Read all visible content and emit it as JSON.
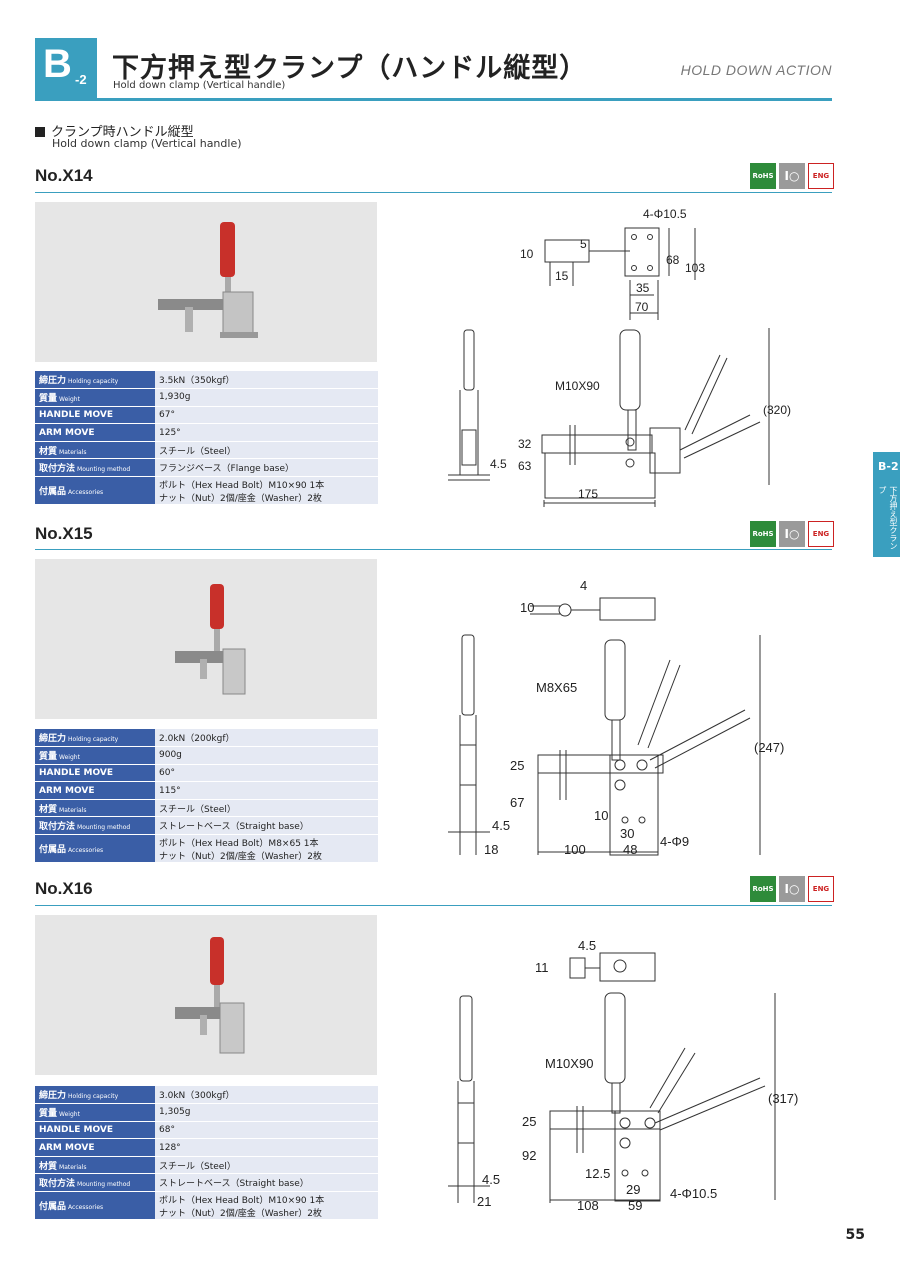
{
  "header": {
    "badge_letter": "B",
    "badge_sub": "-2",
    "title": "下方押え型クランプ（ハンドル縦型）",
    "subtitle": "Hold down clamp (Vertical handle)",
    "right_label": "HOLD DOWN ACTION",
    "accent_color": "#3a9fbf"
  },
  "section": {
    "title": "クランプ時ハンドル縦型",
    "subtitle": "Hold down clamp (Vertical handle)"
  },
  "badges": {
    "rohs": "RoHS",
    "io": "I○",
    "eng": "ENG"
  },
  "products": [
    {
      "model": "No.X14",
      "specs": [
        {
          "key": "締圧力",
          "key_en": "Holding capacity",
          "value": "3.5kN（350kgf）"
        },
        {
          "key": "質量",
          "key_en": "Weight",
          "value": "1,930g"
        },
        {
          "key": "HANDLE MOVE",
          "key_en": "",
          "value": "67°"
        },
        {
          "key": "ARM MOVE",
          "key_en": "",
          "value": "125°"
        },
        {
          "key": "材質",
          "key_en": "Materials",
          "value": "スチール（Steel）"
        },
        {
          "key": "取付方法",
          "key_en": "Mounting method",
          "value": "フランジベース（Flange base）"
        },
        {
          "key": "付属品",
          "key_en": "Accessories",
          "value": "ボルト（Hex Head Bolt）M10×90 1本",
          "value2": "ナット（Nut）2個/座金（Washer）2枚"
        }
      ],
      "dims": {
        "holes": "4-Φ10.5",
        "bolt": "M10X90",
        "d5": "5",
        "d10": "10",
        "d15": "15",
        "d68": "68",
        "d103": "103",
        "d35": "35",
        "d70": "70",
        "d32": "32",
        "d63": "63",
        "d45": "4.5",
        "d175": "175",
        "d320": "(320)"
      }
    },
    {
      "model": "No.X15",
      "specs": [
        {
          "key": "締圧力",
          "key_en": "Holding capacity",
          "value": "2.0kN（200kgf）"
        },
        {
          "key": "質量",
          "key_en": "Weight",
          "value": "900g"
        },
        {
          "key": "HANDLE MOVE",
          "key_en": "",
          "value": "60°"
        },
        {
          "key": "ARM MOVE",
          "key_en": "",
          "value": "115°"
        },
        {
          "key": "材質",
          "key_en": "Materials",
          "value": "スチール（Steel）"
        },
        {
          "key": "取付方法",
          "key_en": "Mounting method",
          "value": "ストレートベース（Straight base）"
        },
        {
          "key": "付属品",
          "key_en": "Accessories",
          "value": "ボルト（Hex Head Bolt）M8×65 1本",
          "value2": "ナット（Nut）2個/座金（Washer）2枚"
        }
      ],
      "dims": {
        "bolt": "M8X65",
        "d4": "4",
        "d10": "10",
        "d25": "25",
        "d67": "67",
        "d45": "4.5",
        "d18": "18",
        "d100": "100",
        "d48": "48",
        "d30": "30",
        "d10b": "10",
        "holes": "4-Φ9",
        "d247": "(247)"
      }
    },
    {
      "model": "No.X16",
      "specs": [
        {
          "key": "締圧力",
          "key_en": "Holding capacity",
          "value": "3.0kN（300kgf）"
        },
        {
          "key": "質量",
          "key_en": "Weight",
          "value": "1,305g"
        },
        {
          "key": "HANDLE MOVE",
          "key_en": "",
          "value": "68°"
        },
        {
          "key": "ARM MOVE",
          "key_en": "",
          "value": "128°"
        },
        {
          "key": "材質",
          "key_en": "Materials",
          "value": "スチール（Steel）"
        },
        {
          "key": "取付方法",
          "key_en": "Mounting method",
          "value": "ストレートベース（Straight base）"
        },
        {
          "key": "付属品",
          "key_en": "Accessories",
          "value": "ボルト（Hex Head Bolt）M10×90 1本",
          "value2": "ナット（Nut）2個/座金（Washer）2枚"
        }
      ],
      "dims": {
        "d45a": "4.5",
        "d11": "11",
        "bolt": "M10X90",
        "d25": "25",
        "d92": "92",
        "d125": "12.5",
        "d45b": "4.5",
        "d21": "21",
        "d108": "108",
        "d59": "59",
        "d29": "29",
        "holes": "4-Φ10.5",
        "d317": "(317)"
      }
    }
  ],
  "side_tab": {
    "code": "B-2",
    "label": "下方押え型クランプ"
  },
  "page_number": "55"
}
